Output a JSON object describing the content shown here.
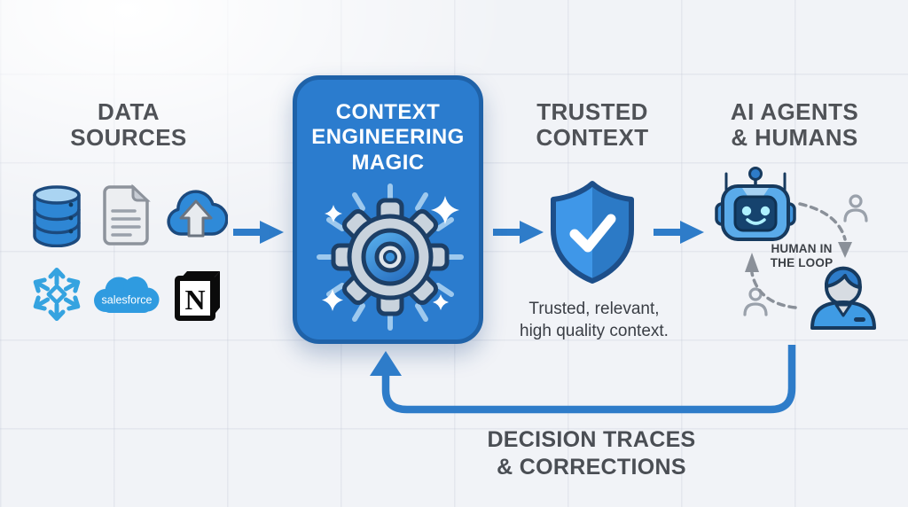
{
  "title": "Context engineering flow diagram",
  "headings": {
    "data_sources": "DATA\nSOURCES",
    "magic_box": "CONTEXT\nENGINEERING\nMAGIC",
    "trusted_context": "TRUSTED\nCONTEXT",
    "ai_agents_humans": "AI AGENTS\n& HUMANS"
  },
  "labels": {
    "trusted_caption": "Trusted, relevant,\nhigh quality context.",
    "human_in_the_loop": "HUMAN IN\nTHE LOOP",
    "feedback_loop": "DECISION TRACES\n& CORRECTIONS"
  },
  "logos": {
    "salesforce": "salesforce",
    "notion": "N"
  },
  "icons": {
    "data_sources": [
      "database-icon",
      "document-icon",
      "cloud-upload-icon",
      "snowflake-icon",
      "salesforce-cloud-icon",
      "notion-cube-icon"
    ],
    "magic_box": "gear-sparkles-icon",
    "trusted_context": "shield-check-icon",
    "ai_agents_humans": [
      "robot-icon",
      "person-icon",
      "mini-person-icon",
      "dashed-loop-arrows"
    ],
    "flow": [
      "arrow-right-icon",
      "arrow-right-icon",
      "arrow-right-icon",
      "feedback-loop-arrow"
    ]
  },
  "colors": {
    "accent_blue": "#2e7cc9",
    "box_fill": "#2b7cce",
    "box_border": "#1f62a8",
    "outline_navy": "#173a5e",
    "shield_light": "#3f97e8",
    "shield_dark": "#2c7ac6",
    "heading_gray": "#4f5257",
    "dashed_gray": "#8a9099",
    "snowflake_blue": "#35a3e0",
    "salesforce_blue": "#2f9be0",
    "notion_black": "#0b0b0b",
    "gear_silver": "#c9d3dd"
  }
}
